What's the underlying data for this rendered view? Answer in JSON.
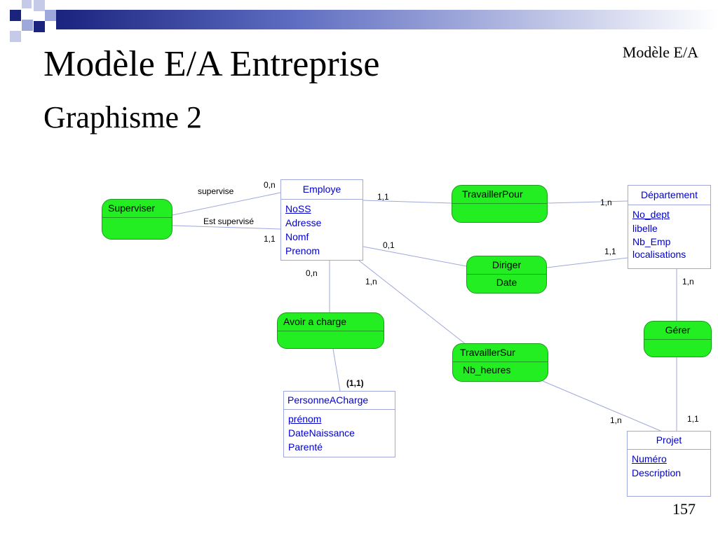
{
  "slide": {
    "title": "Modèle E/A Entreprise",
    "subtitle": "Graphisme 2",
    "header_right": "Modèle E/A",
    "page_number": "157"
  },
  "colors": {
    "relation_fill": "#22ee22",
    "entity_text": "#0000cc",
    "line": "#9fa8da"
  },
  "entities": {
    "employe": {
      "name": "Employe",
      "attributes": [
        "NoSS",
        "Adresse",
        "Nomf",
        "Prenom"
      ],
      "key": [
        "NoSS"
      ]
    },
    "departement": {
      "name": "Département",
      "attributes": [
        "No_dept",
        "libelle",
        "Nb_Emp",
        "localisations"
      ],
      "key": [
        "No_dept"
      ]
    },
    "personne": {
      "name": "PersonneACharge",
      "attributes": [
        "prénom",
        "DateNaissance",
        "Parenté"
      ],
      "key": [
        "prénom"
      ]
    },
    "projet": {
      "name": "Projet",
      "attributes": [
        "Numéro",
        "Description"
      ],
      "key": [
        "Numéro"
      ]
    }
  },
  "relations": {
    "superviser": {
      "name": "Superviser"
    },
    "travaillerpour": {
      "name": "TravaillerPour"
    },
    "diriger": {
      "name": "Diriger",
      "attributes": [
        "Date"
      ]
    },
    "avoiracharge": {
      "name": "Avoir a charge"
    },
    "travaillersur": {
      "name": "TravaillerSur",
      "attributes": [
        "Nb_heures"
      ]
    },
    "gerer": {
      "name": "Gérer"
    }
  },
  "roles": {
    "supervise": "supervise",
    "est_supervise": "Est supervisé"
  },
  "cardinalities": {
    "sup_top": "0,n",
    "sup_bottom": "1,1",
    "tp_employe": "1,1",
    "tp_dept": "1,n",
    "dir_employe": "0,1",
    "dir_dept": "1,1",
    "aac_employe": "0,n",
    "aac_personne": "(1,1)",
    "ts_employe": "1,n",
    "ts_projet": "1,n",
    "gerer_dept": "1,n",
    "gerer_projet": "1,1"
  }
}
